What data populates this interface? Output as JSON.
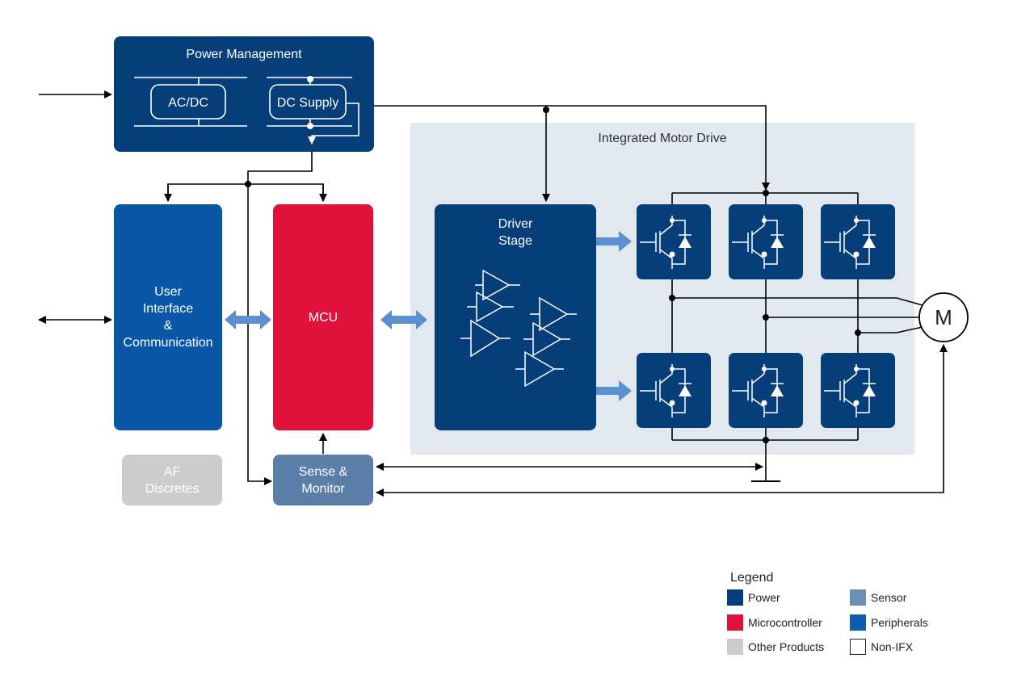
{
  "power_management": {
    "title": "Power Management",
    "acdc": "AC/DC",
    "dc_supply": "DC Supply"
  },
  "integrated_motor_drive": {
    "title": "Integrated Motor Drive"
  },
  "driver_stage": {
    "label": "Driver\nStage"
  },
  "user_interface": {
    "label": "User\nInterface\n&\nCommunication"
  },
  "mcu": {
    "label": "MCU"
  },
  "af_discretes": {
    "label": "AF\nDiscretes"
  },
  "sense_monitor": {
    "label": "Sense &\nMonitor"
  },
  "motor": {
    "label": "M"
  },
  "legend": {
    "title": "Legend",
    "items": [
      {
        "label": "Power",
        "color": "#063e7a"
      },
      {
        "label": "Microcontroller",
        "color": "#e0113a"
      },
      {
        "label": "Other Products",
        "color": "#cccccc"
      },
      {
        "label": "Sensor",
        "color": "#6b90b4"
      },
      {
        "label": "Peripherals",
        "color": "#0f5db0"
      },
      {
        "label": "Non-IFX",
        "color": "#ffffff"
      }
    ]
  },
  "colors": {
    "power": "#063e7a",
    "microcontroller": "#e0113a",
    "other": "#cccccc",
    "sensor": "#5b7fa8",
    "peripherals": "#0a57a8",
    "region": "#e1e8f0",
    "bus_arrow": "#5b8fd0"
  }
}
